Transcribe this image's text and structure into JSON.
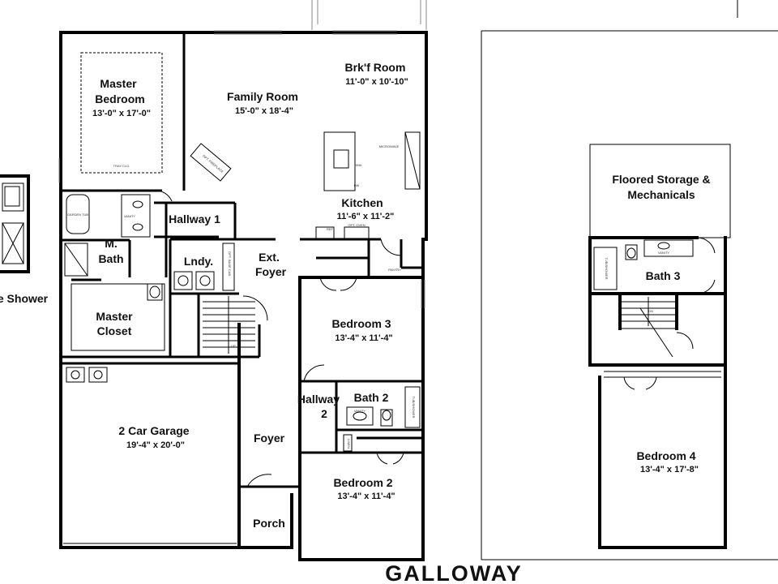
{
  "title": "GALLOWAY",
  "rooms": {
    "master_bedroom": {
      "line1": "Master",
      "line2": "Bedroom",
      "dims": "13'-0\" x 17'-0\""
    },
    "family_room": {
      "name": "Family Room",
      "dims": "15'-0\" x 18'-4\""
    },
    "brkf_room": {
      "name": "Brk'f Room",
      "dims": "11'-0\" x 10'-10\""
    },
    "kitchen": {
      "name": "Kitchen",
      "dims": "11'-6\" x 11'-2\""
    },
    "hallway1": {
      "name": "Hallway 1"
    },
    "m_bath": {
      "line1": "M.",
      "line2": "Bath"
    },
    "lndy": {
      "name": "Lndy."
    },
    "ext_foyer": {
      "line1": "Ext.",
      "line2": "Foyer"
    },
    "master_closet": {
      "line1": "Master",
      "line2": "Closet"
    },
    "bedroom3": {
      "name": "Bedroom 3",
      "dims": "13'-4\" x 11'-4\""
    },
    "hallway2": {
      "line1": "Hallway",
      "line2": "2"
    },
    "bath2": {
      "name": "Bath 2"
    },
    "garage": {
      "name": "2 Car Garage",
      "dims": "19'-4\" x 20'-0\""
    },
    "foyer": {
      "name": "Foyer"
    },
    "bedroom2": {
      "name": "Bedroom 2",
      "dims": "13'-4\" x 11'-4\""
    },
    "porch": {
      "name": "Porch"
    },
    "storage": {
      "line1": "Floored Storage &",
      "line2": "Mechanicals"
    },
    "bath3": {
      "name": "Bath 3"
    },
    "bedroom4": {
      "name": "Bedroom 4",
      "dims": "13'-4\" x 17'-8\""
    }
  },
  "side_detail": {
    "label": "e Shower"
  },
  "small_labels": {
    "tray_clg": "TRAY CLG.",
    "opt_fireplace": "OPT. FIREPLACE",
    "microwave": "MICROWAVE",
    "pantry": "PANTRY",
    "opt_oven": "OPT. OVEN",
    "vanity": "VANITY",
    "garden_tub": "GARDEN TUB",
    "tub_shower": "TUB/SHOWER",
    "opt_base_cab": "OPT. BASE CAB",
    "linen": "LINEN",
    "dw": "DW",
    "sink": "SINK",
    "ref": "REF",
    "up": "UP",
    "dn": "DN"
  }
}
